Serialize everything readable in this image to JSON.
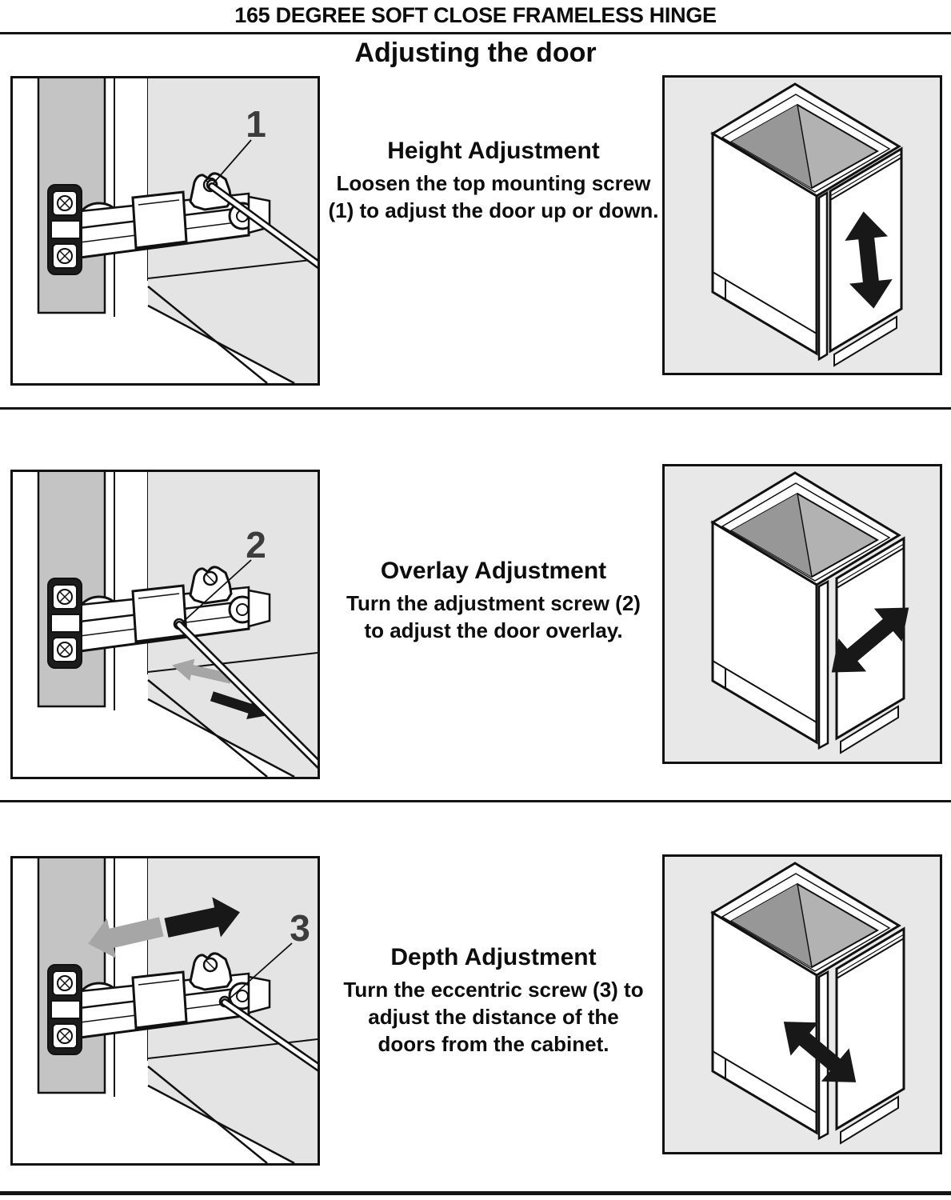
{
  "page": {
    "title": "165 DEGREE SOFT CLOSE FRAMELESS HINGE",
    "subtitle": "Adjusting the door"
  },
  "rows": [
    {
      "heading": "Height Adjustment",
      "body": "Loosen the top mounting screw\n(1) to adjust the door up or down.",
      "figure_label": "1",
      "cabinet_arrow_direction": "vertical-up-down"
    },
    {
      "heading": "Overlay Adjustment",
      "body": "Turn the adjustment screw (2)\nto adjust the door overlay.",
      "figure_label": "2",
      "cabinet_arrow_direction": "diagonal-lower-left-to-upper-right"
    },
    {
      "heading": "Depth Adjustment",
      "body": "Turn the eccentric screw (3) to\nadjust the distance of the\ndoors from the cabinet.",
      "figure_label": "3",
      "cabinet_arrow_direction": "diagonal-upper-left-to-lower-right"
    }
  ],
  "colors": {
    "line": "#111111",
    "door_gray": "#c4c4c4",
    "interior_gray": "#e4e4e4",
    "panel_bg": "#e8e8e8",
    "top_interior_light": "#b2b2b2",
    "top_interior_dark": "#979797",
    "arrow_black": "#181818",
    "arrow_gray": "#a6a6a6",
    "figure_label": "#3c3c3c"
  }
}
